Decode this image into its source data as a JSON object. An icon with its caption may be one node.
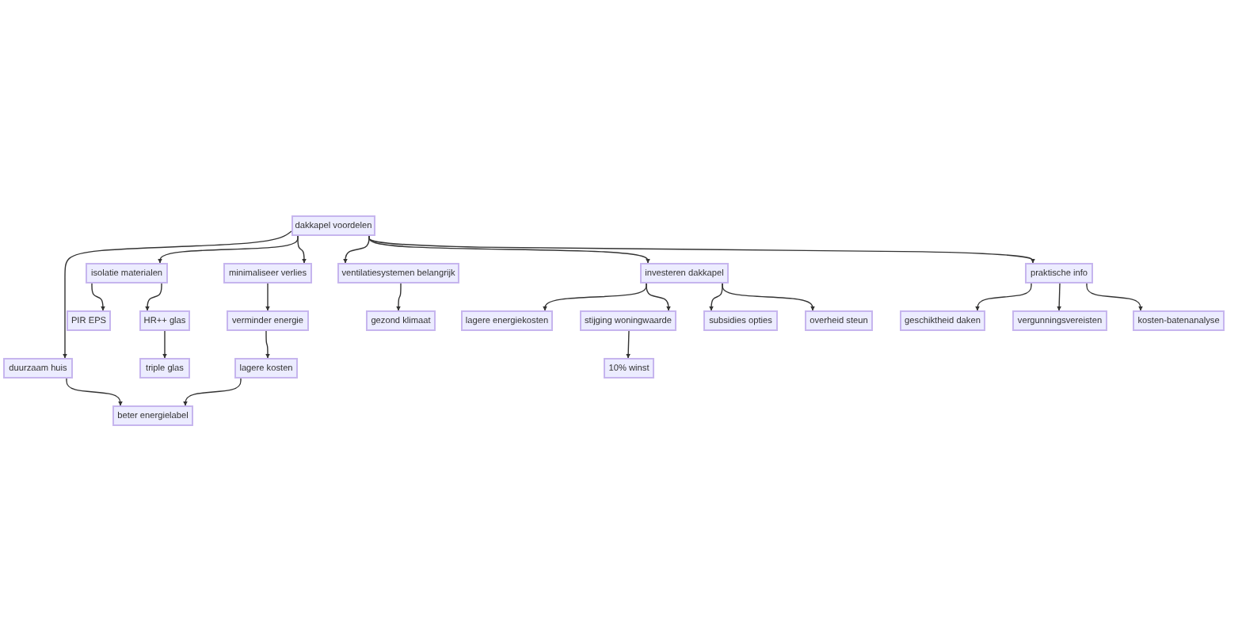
{
  "diagram": {
    "nodes": [
      {
        "text": [
          "dakkapel voordelen"
        ]
      },
      {
        "text": [
          "isolatie materialen"
        ]
      },
      {
        "text": [
          "minimaliseer verlies"
        ]
      },
      {
        "text": [
          "ventilatiesystemen belangrijk"
        ]
      },
      {
        "text": [
          "investeren dakkapel"
        ]
      },
      {
        "text": [
          "praktische info"
        ]
      },
      {
        "text": [
          "PIR EPS"
        ]
      },
      {
        "text": [
          "HR++ glas"
        ]
      },
      {
        "text": [
          "verminder energie"
        ]
      },
      {
        "text": [
          "gezond klimaat"
        ]
      },
      {
        "text": [
          "lagere energiekosten"
        ]
      },
      {
        "text": [
          "stijging woningwaarde"
        ]
      },
      {
        "text": [
          "subsidies opties"
        ]
      },
      {
        "text": [
          "overheid steun"
        ]
      },
      {
        "text": [
          "geschiktheid daken"
        ]
      },
      {
        "text": [
          "vergunningsvereisten"
        ]
      },
      {
        "text": [
          "kosten-batenanalyse"
        ]
      },
      {
        "text": [
          "duurzaam huis"
        ]
      },
      {
        "text": [
          "triple glas"
        ]
      },
      {
        "text": [
          "lagere kosten"
        ]
      },
      {
        "text": [
          "10% winst"
        ]
      },
      {
        "text": [
          "beter energielabel"
        ]
      }
    ],
    "edges": [
      {
        "from": 0,
        "to": 17,
        "arrow": "to"
      },
      {
        "from": 0,
        "to": 1,
        "arrow": "to"
      },
      {
        "from": 0,
        "to": 2,
        "arrow": "to"
      },
      {
        "from": 0,
        "to": 3,
        "arrow": "to"
      },
      {
        "from": 0,
        "to": 4,
        "arrow": "to"
      },
      {
        "from": 0,
        "to": 5,
        "arrow": "to"
      },
      {
        "from": 1,
        "to": 6,
        "arrow": "to"
      },
      {
        "from": 1,
        "to": 7,
        "arrow": "to"
      },
      {
        "from": 7,
        "to": 18,
        "arrow": "to"
      },
      {
        "from": 2,
        "to": 8,
        "arrow": "to"
      },
      {
        "from": 8,
        "to": 19,
        "arrow": "to"
      },
      {
        "from": 3,
        "to": 9,
        "arrow": "to"
      },
      {
        "from": 4,
        "to": 10,
        "arrow": "to"
      },
      {
        "from": 4,
        "to": 11,
        "arrow": "to"
      },
      {
        "from": 4,
        "to": 12,
        "arrow": "to"
      },
      {
        "from": 4,
        "to": 13,
        "arrow": "to"
      },
      {
        "from": 11,
        "to": 20,
        "arrow": "to"
      },
      {
        "from": 5,
        "to": 14,
        "arrow": "to"
      },
      {
        "from": 5,
        "to": 15,
        "arrow": "to"
      },
      {
        "from": 5,
        "to": 16,
        "arrow": "to"
      },
      {
        "from": 17,
        "to": 21,
        "arrow": "to"
      },
      {
        "from": 19,
        "to": 21,
        "arrow": "to"
      }
    ]
  }
}
